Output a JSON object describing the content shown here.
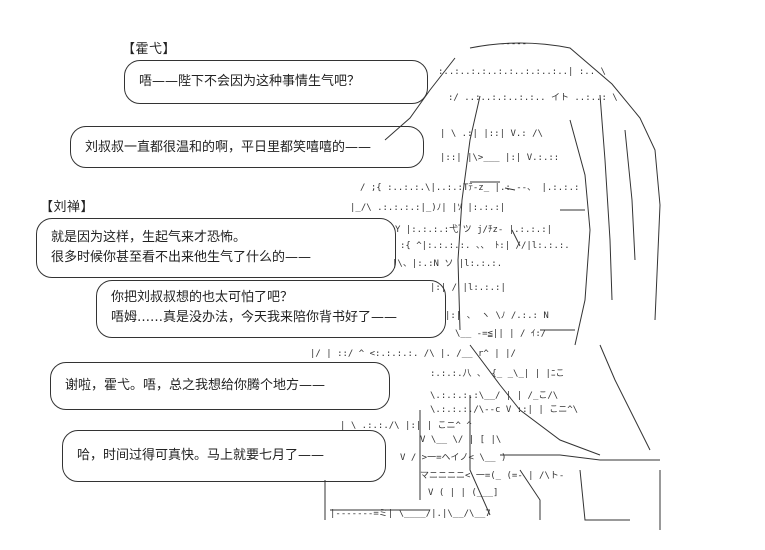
{
  "speakers": {
    "huoge": "【霍弋】",
    "liushan": "【刘禅】"
  },
  "dialogue": [
    {
      "lines": [
        "唔——陛下不会因为这种事情生气吧？"
      ]
    },
    {
      "lines": [
        "刘叔叔一直都很温和的啊，平日里都笑嘻嘻的——"
      ]
    },
    {
      "lines": [
        "就是因为这样，生起气来才恐怖。",
        "很多时候你甚至看不出来他生气了什么的——"
      ]
    },
    {
      "lines": [
        "你把刘叔叔想的也太可怕了吧？",
        "唔姆……真是没办法，今天我来陪你背书好了——"
      ]
    },
    {
      "lines": [
        "谢啦，霍弋。唔，总之我想给你腾个地方——"
      ]
    },
    {
      "lines": [
        "哈，时间过得可真快。马上就要七月了——"
      ]
    }
  ]
}
